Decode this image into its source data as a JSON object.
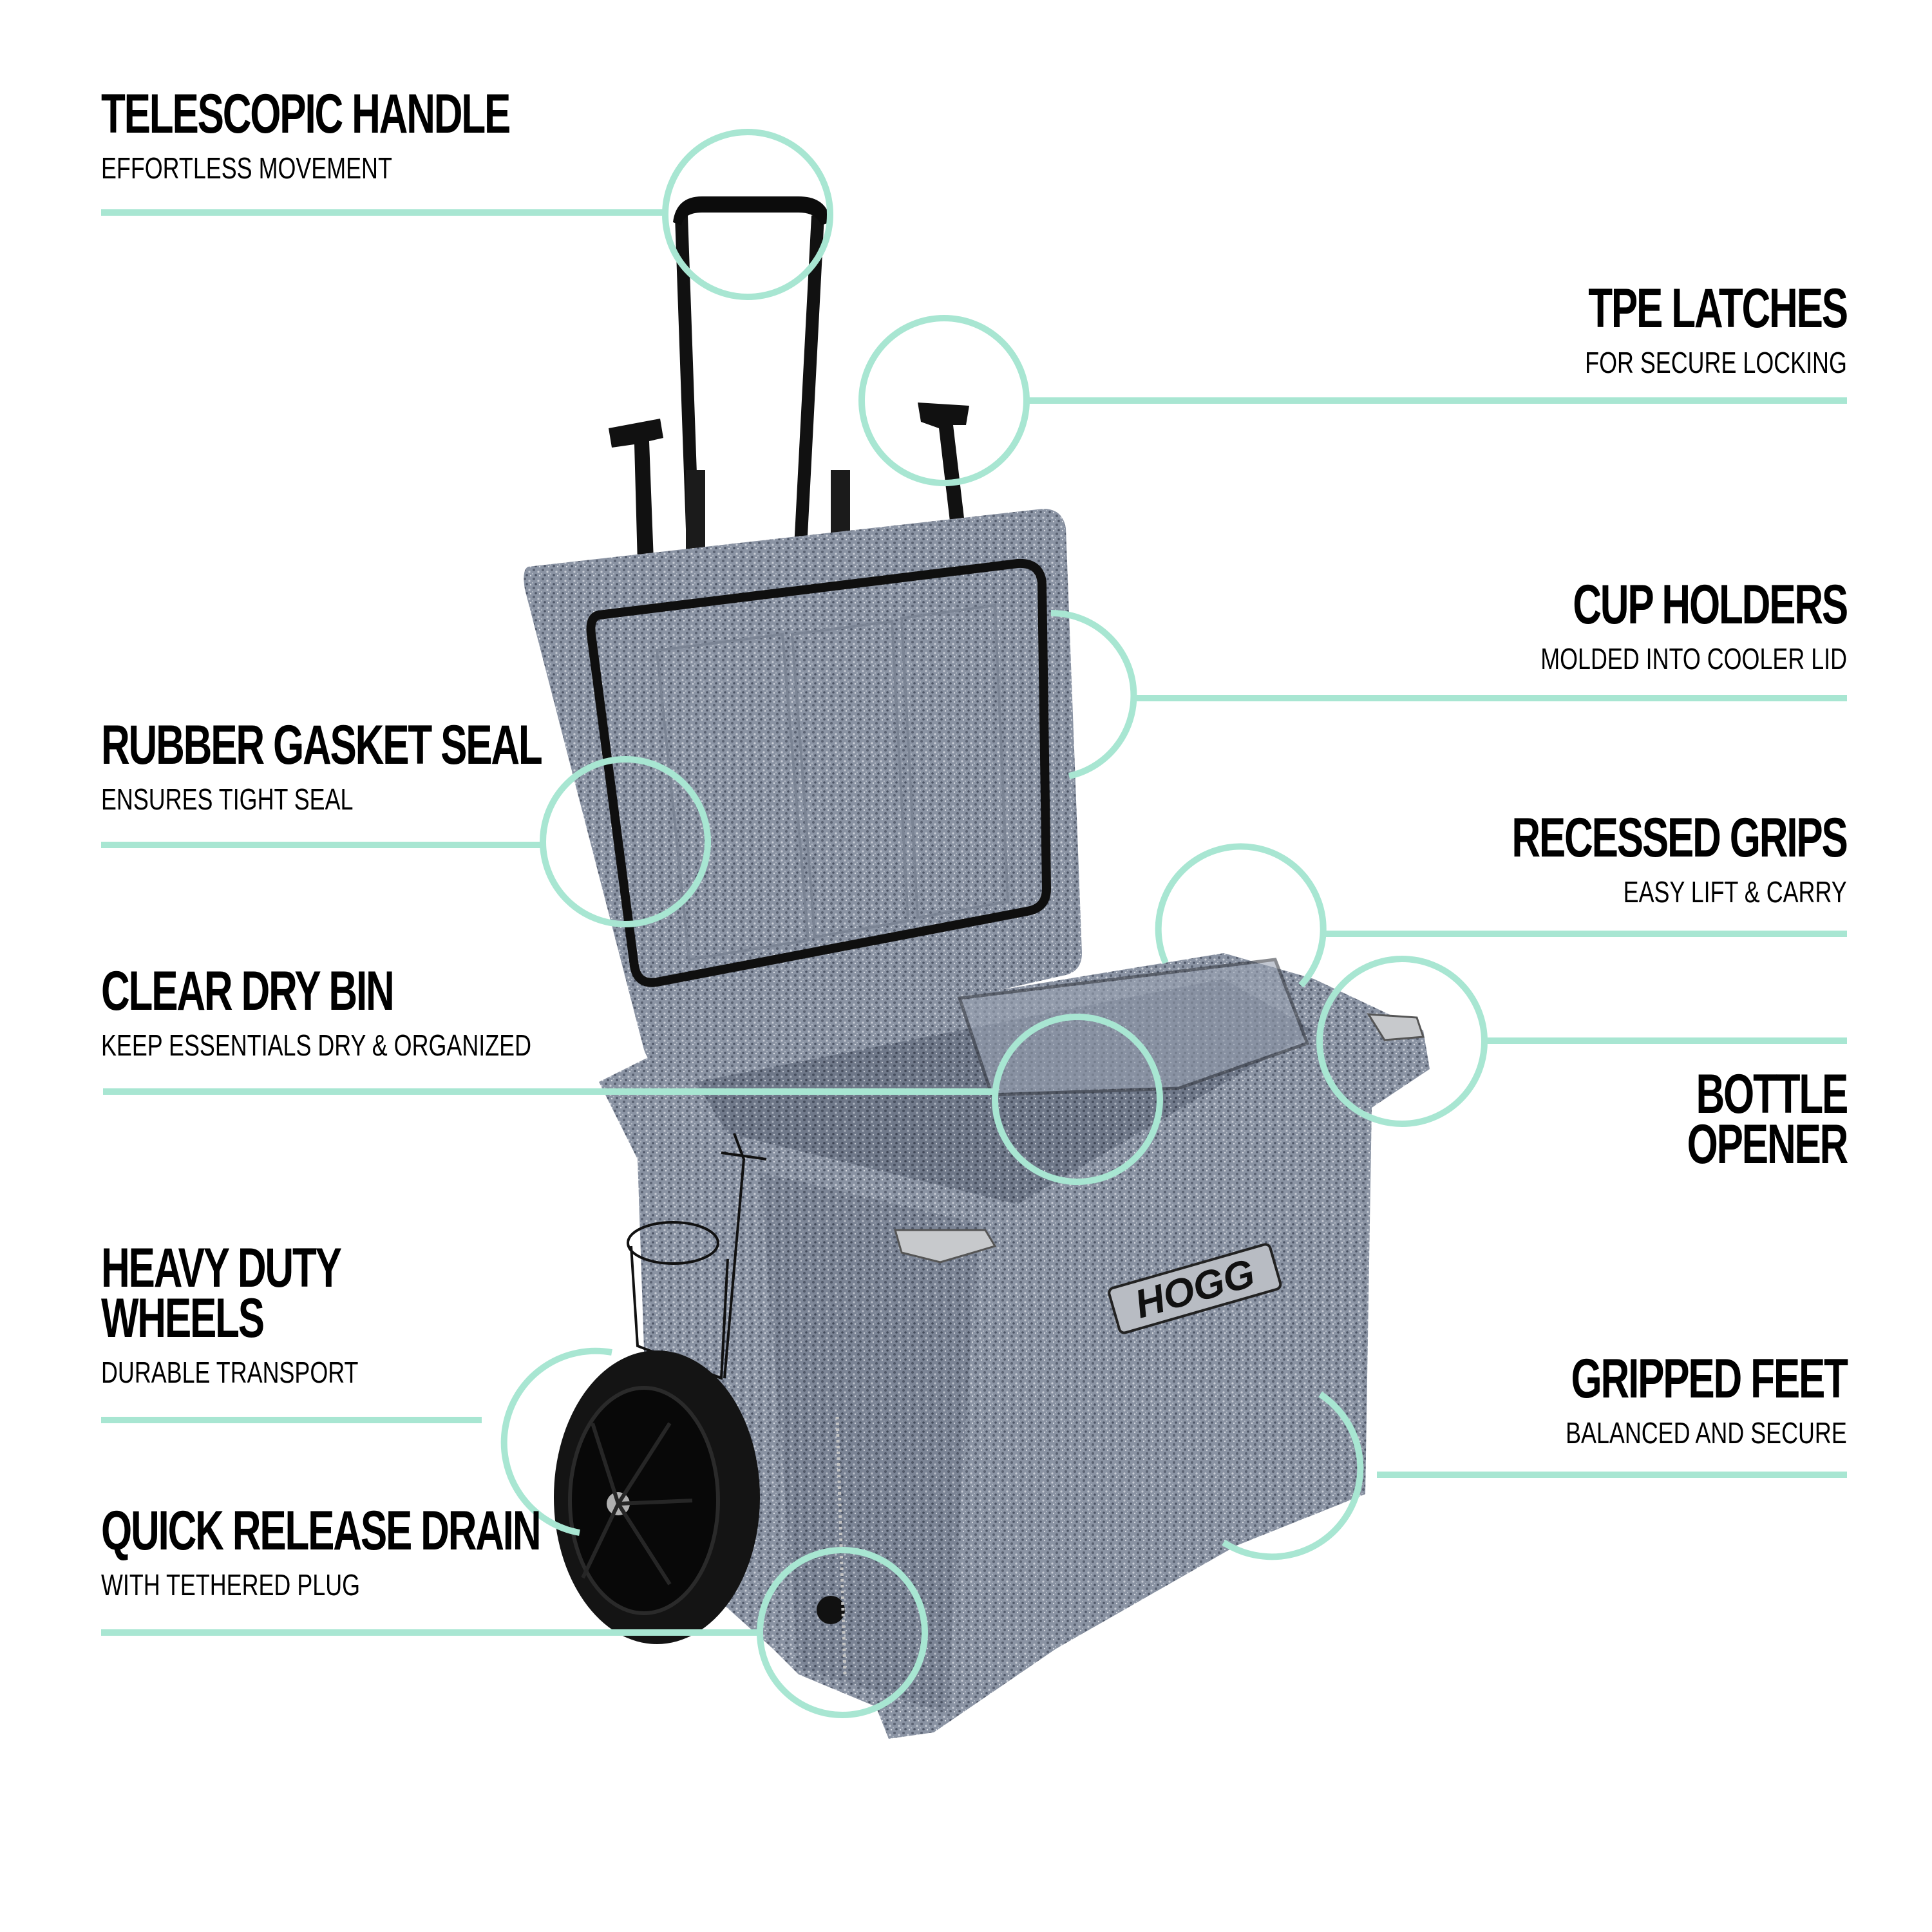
{
  "theme": {
    "accent": "#a8e6d2",
    "text": "#000000",
    "background": "#ffffff",
    "cooler_body": "#8a93a3",
    "cooler_speckle_dark": "#5a6272",
    "cooler_speckle_light": "#c8cdd6",
    "gasket": "#111111",
    "wheel": "#161616"
  },
  "product": {
    "brand_badge": "HOGG"
  },
  "features": [
    {
      "id": "telescopic-handle",
      "title": "TELESCOPIC HANDLE",
      "subtitle": "EFFORTLESS MOVEMENT",
      "side": "left"
    },
    {
      "id": "tpe-latches",
      "title": "TPE LATCHES",
      "subtitle": "FOR SECURE LOCKING",
      "side": "right"
    },
    {
      "id": "cup-holders",
      "title": "CUP HOLDERS",
      "subtitle": "MOLDED INTO COOLER LID",
      "side": "right"
    },
    {
      "id": "rubber-gasket-seal",
      "title": "RUBBER GASKET SEAL",
      "subtitle": "ENSURES TIGHT SEAL",
      "side": "left"
    },
    {
      "id": "recessed-grips",
      "title": "RECESSED GRIPS",
      "subtitle": "EASY LIFT & CARRY",
      "side": "right"
    },
    {
      "id": "clear-dry-bin",
      "title": "CLEAR DRY BIN",
      "subtitle": "KEEP ESSENTIALS DRY & ORGANIZED",
      "side": "left"
    },
    {
      "id": "bottle-opener",
      "title": "BOTTLE\nOPENER",
      "subtitle": "",
      "side": "right"
    },
    {
      "id": "heavy-duty-wheels",
      "title": "HEAVY DUTY\nWHEELS",
      "subtitle": "DURABLE TRANSPORT",
      "side": "left"
    },
    {
      "id": "gripped-feet",
      "title": "GRIPPED FEET",
      "subtitle": "BALANCED AND SECURE",
      "side": "right"
    },
    {
      "id": "quick-release-drain",
      "title": "QUICK RELEASE DRAIN",
      "subtitle": "WITH TETHERED PLUG",
      "side": "left"
    }
  ]
}
